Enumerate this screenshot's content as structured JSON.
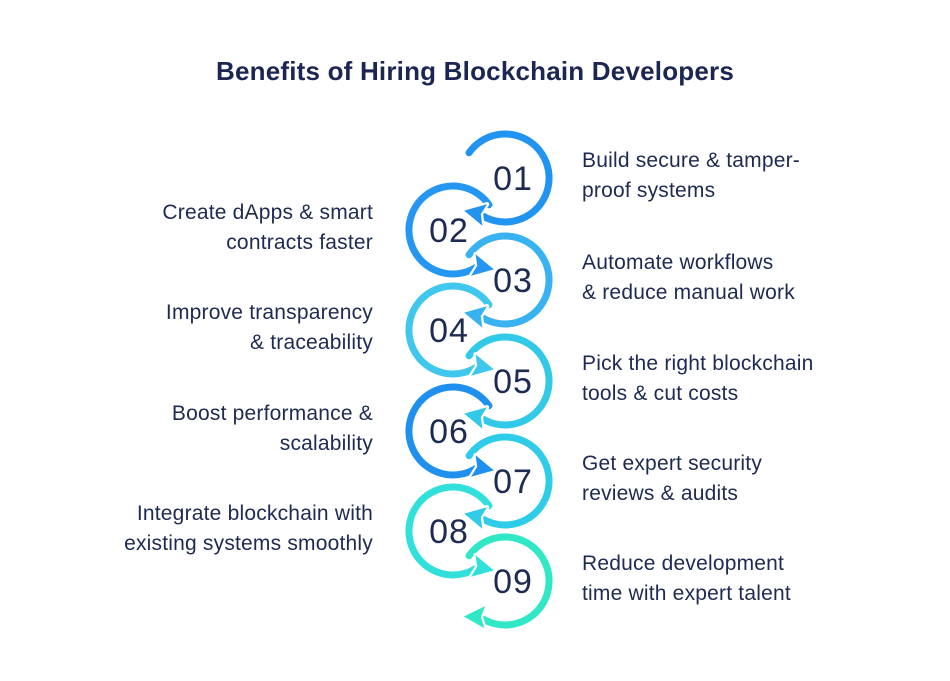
{
  "title": "Benefits of Hiring Blockchain Developers",
  "background_color": "#ffffff",
  "text_color": "#1d2a52",
  "title_color": "#1b2653",
  "items": [
    {
      "number": "01",
      "side": "right",
      "label": "Build secure & tamper-\nproof systems",
      "color": "#2193f1"
    },
    {
      "number": "02",
      "side": "left",
      "label": "Create dApps & smart\ncontracts faster",
      "color": "#2596f2"
    },
    {
      "number": "03",
      "side": "right",
      "label": "Automate workflows\n& reduce manual work",
      "color": "#38b2f0"
    },
    {
      "number": "04",
      "side": "left",
      "label": "Improve transparency\n& traceability",
      "color": "#40c7ee"
    },
    {
      "number": "05",
      "side": "right",
      "label": "Pick the right blockchain\ntools & cut costs",
      "color": "#31c9e7"
    },
    {
      "number": "06",
      "side": "left",
      "label": "Boost performance &\nscalability",
      "color": "#2090ee"
    },
    {
      "number": "07",
      "side": "right",
      "label": "Get expert security\nreviews & audits",
      "color": "#2fcce9"
    },
    {
      "number": "08",
      "side": "left",
      "label": "Integrate blockchain with\nexisting systems smoothly",
      "color": "#32e0db"
    },
    {
      "number": "09",
      "side": "right",
      "label": "Reduce development\ntime with expert talent",
      "color": "#30e7c6"
    }
  ]
}
